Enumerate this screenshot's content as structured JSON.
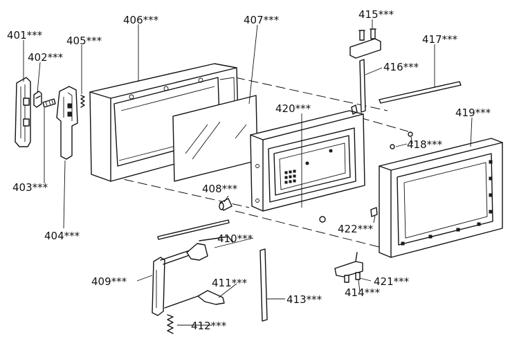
{
  "diagram": {
    "labels": {
      "p401": "401***",
      "p402": "402***",
      "p403": "403***",
      "p404": "404***",
      "p405": "405***",
      "p406": "406***",
      "p407": "407***",
      "p408": "408***",
      "p409": "409***",
      "p410": "410***",
      "p411": "411***",
      "p412": "412***",
      "p413": "413***",
      "p414": "414***",
      "p415": "415***",
      "p416": "416***",
      "p417": "417***",
      "p418": "418***",
      "p419": "419***",
      "p420": "420***",
      "p421": "421***",
      "p422": "422***"
    }
  }
}
